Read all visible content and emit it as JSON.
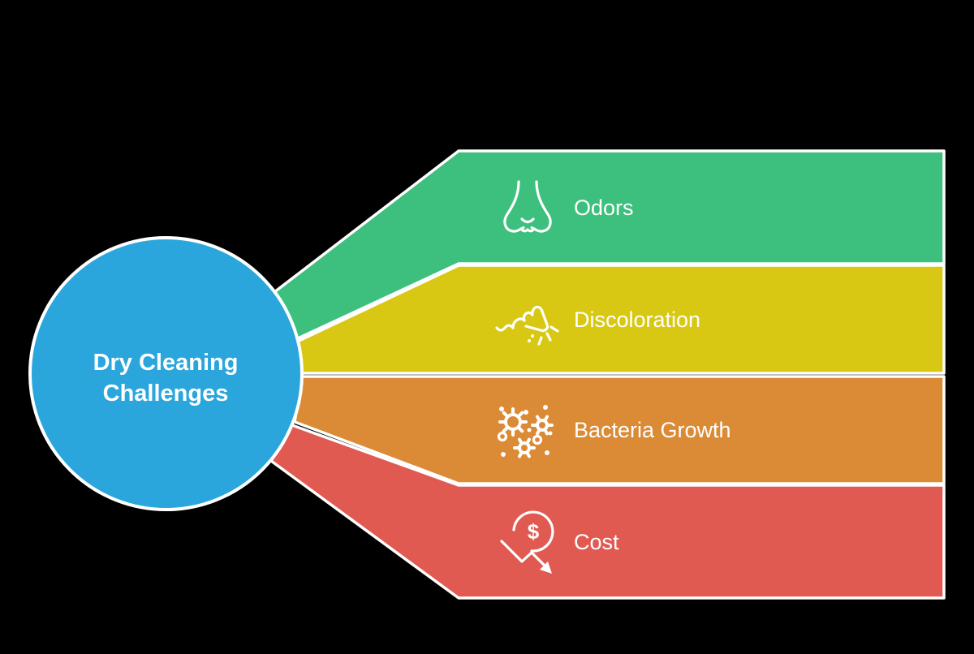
{
  "title": {
    "line1": "Dry Cleaning",
    "line2": "Challenges"
  },
  "colors": {
    "background": "#000000",
    "hub": "#2AA6DC",
    "outline": "#FFFFFF",
    "label_text": "#FFFFFF",
    "band_green": "#3DC07D",
    "band_yellow": "#D8C813",
    "band_orange": "#DB8A35",
    "band_red": "#E05A52"
  },
  "bands": [
    {
      "label": "Odors",
      "color": "#3DC07D",
      "icon": "nose-icon"
    },
    {
      "label": "Discoloration",
      "color": "#D8C813",
      "icon": "finger-rub-icon"
    },
    {
      "label": "Bacteria Growth",
      "color": "#DB8A35",
      "icon": "bacteria-icon"
    },
    {
      "label": "Cost",
      "color": "#E05A52",
      "icon": "dollar-down-icon",
      "icon_glyph": "$"
    }
  ]
}
